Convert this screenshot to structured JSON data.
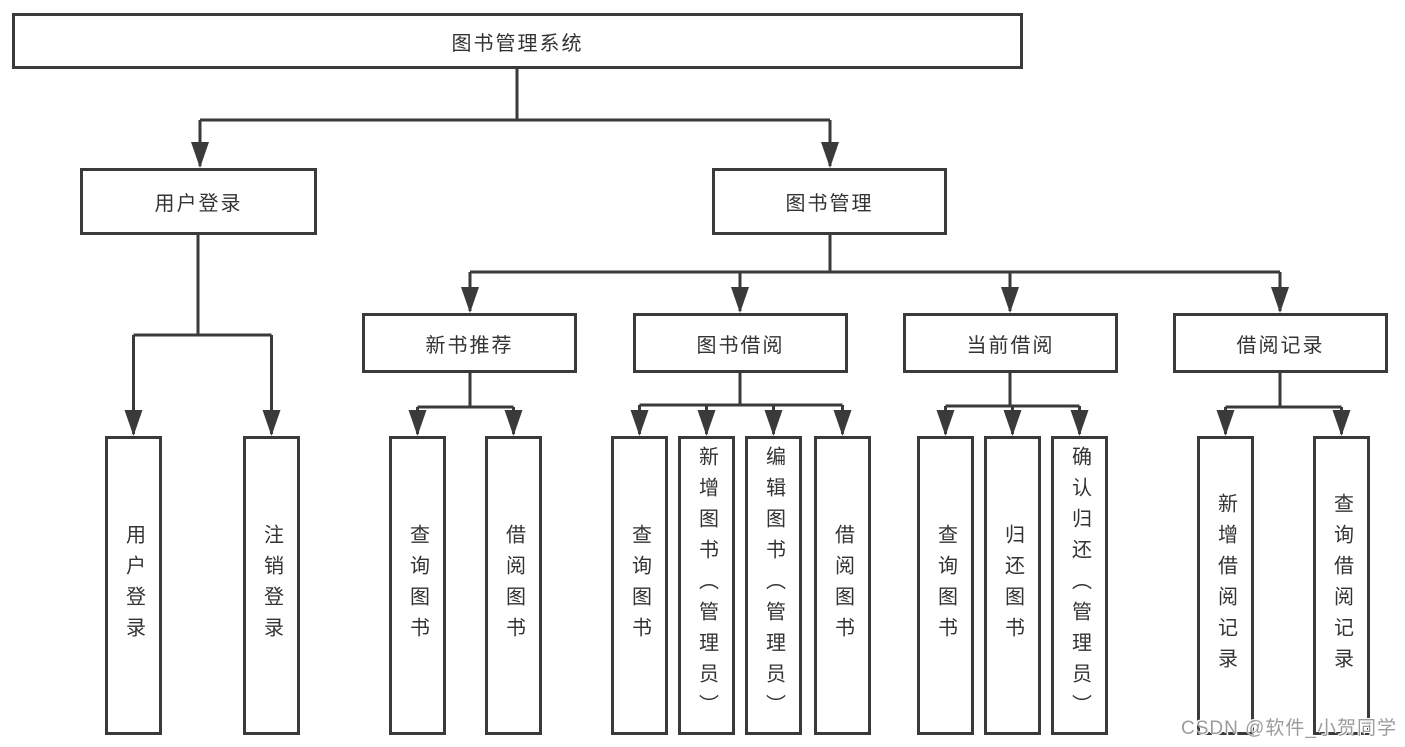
{
  "title": "图书管理系统",
  "tree": {
    "root": {
      "label": "图书管理系统"
    },
    "branches": [
      {
        "label": "用户登录",
        "children": [
          {
            "label": "用户登录"
          },
          {
            "label": "注销登录"
          }
        ]
      },
      {
        "label": "图书管理",
        "children": [
          {
            "label": "新书推荐",
            "children": [
              {
                "label": "查询图书"
              },
              {
                "label": "借阅图书"
              }
            ]
          },
          {
            "label": "图书借阅",
            "children": [
              {
                "label": "查询图书"
              },
              {
                "label": "新增图书（管理员）"
              },
              {
                "label": "编辑图书（管理员）"
              },
              {
                "label": "借阅图书"
              }
            ]
          },
          {
            "label": "当前借阅",
            "children": [
              {
                "label": "查询图书"
              },
              {
                "label": "归还图书"
              },
              {
                "label": "确认归还（管理员）"
              }
            ]
          },
          {
            "label": "借阅记录",
            "children": [
              {
                "label": "新增借阅记录"
              },
              {
                "label": "查询借阅记录"
              }
            ]
          }
        ]
      }
    ]
  },
  "watermark": {
    "text": "CSDN @软件_小贺同学"
  },
  "colors": {
    "line": "#3a3a3a",
    "box_border": "#3a3a3a",
    "text": "#333333",
    "background": "#ffffff",
    "watermark": "#9c9c9c"
  }
}
